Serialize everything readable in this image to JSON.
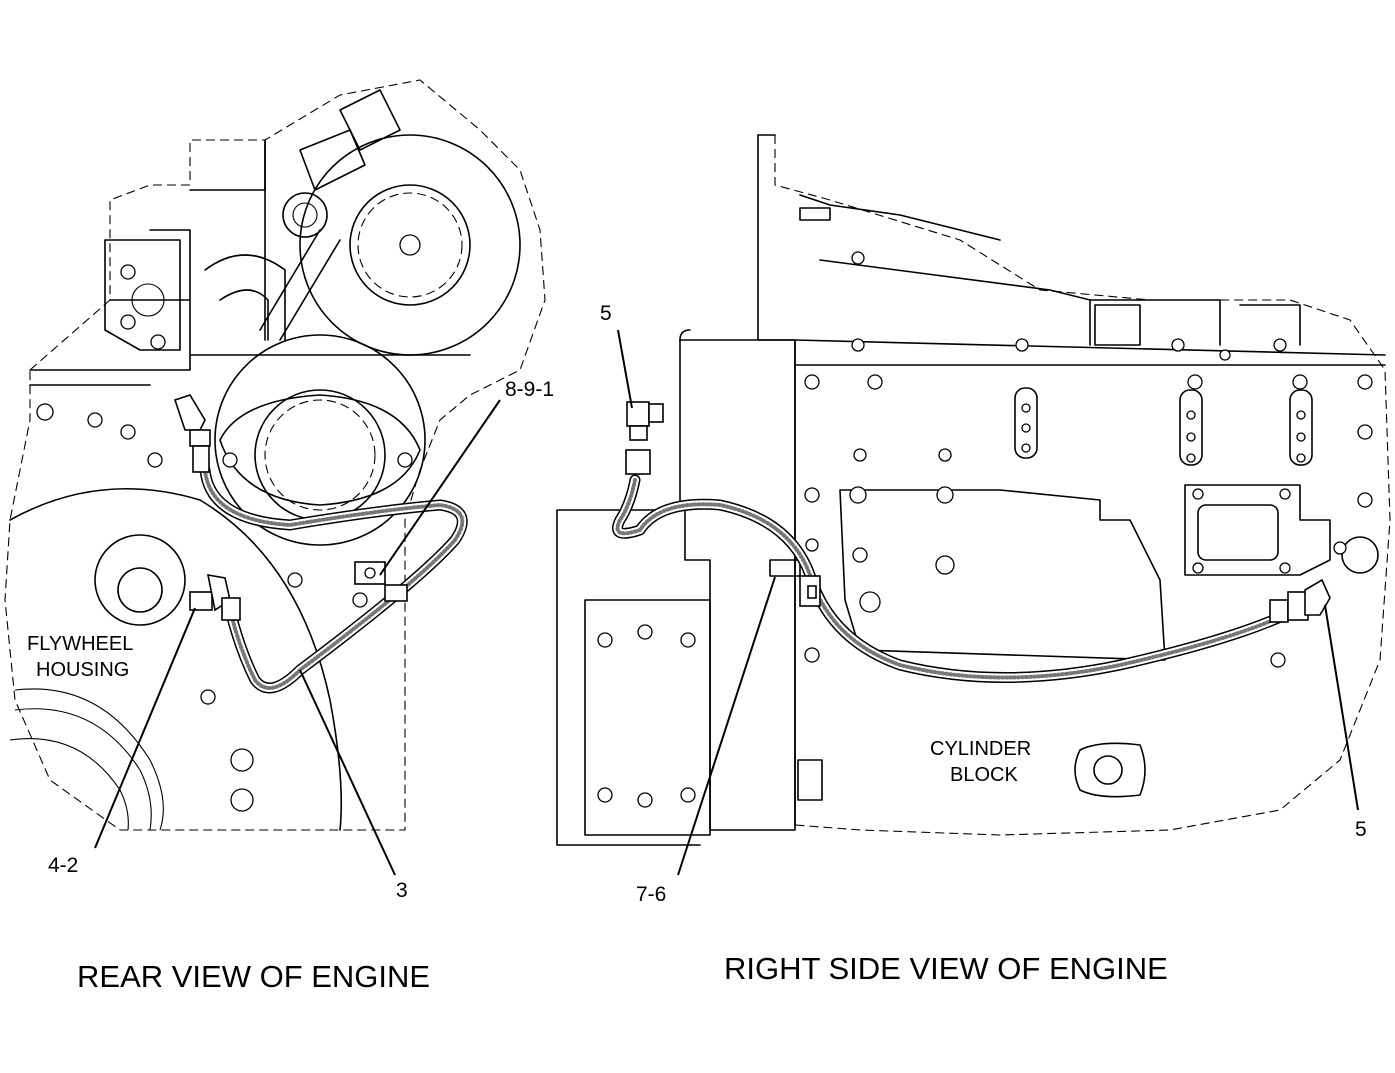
{
  "views": {
    "rear": {
      "title": "REAR VIEW OF ENGINE"
    },
    "right": {
      "title": "RIGHT SIDE VIEW OF ENGINE"
    }
  },
  "labels": {
    "flywheel_housing_line1": "FLYWHEEL",
    "flywheel_housing_line2": "HOUSING",
    "cylinder_block_line1": "CYLINDER",
    "cylinder_block_line2": "BLOCK"
  },
  "callouts": {
    "rear_clip": "8-9-1",
    "rear_fitting": "4-2",
    "rear_hose": "3",
    "right_top_fitting": "5",
    "right_clip": "7-6",
    "right_bottom_fitting": "5"
  }
}
